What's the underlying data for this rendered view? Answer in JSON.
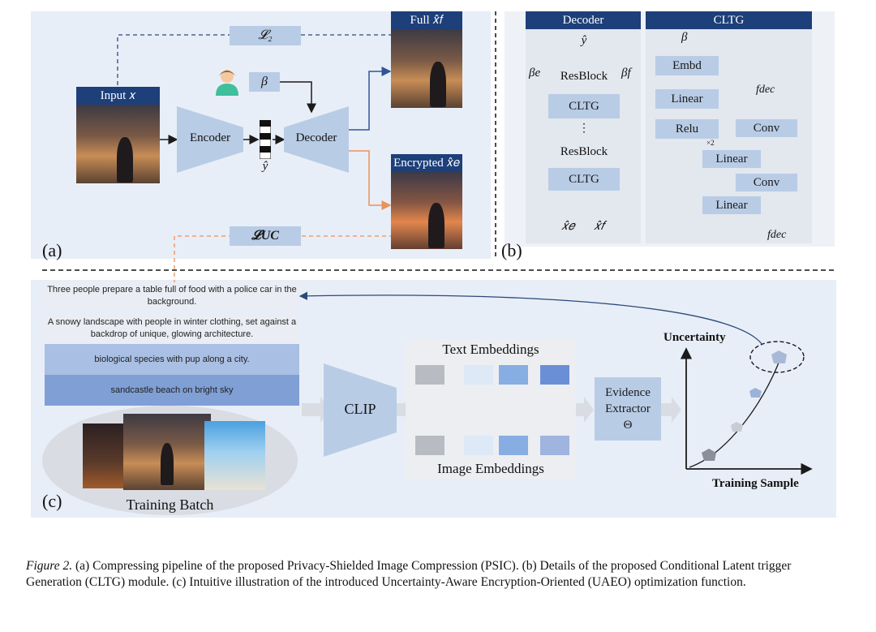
{
  "panel_a": {
    "letter": "(a)",
    "loss_l2": "𝓛₂",
    "loss_luc": "𝓛UC",
    "input_label": "Input 𝑥",
    "encoder": "Encoder",
    "decoder": "Decoder",
    "beta": "β",
    "latent": "ŷ",
    "full_label": "Full 𝑥̂𝑓",
    "encrypted_label": "Encrypted 𝑥̂𝑒"
  },
  "panel_b": {
    "letter": "(b)",
    "decoder_header": "Decoder",
    "cltg_header": "CLTG",
    "y_hat": "ŷ",
    "beta_e": "βe",
    "beta_f": "βf",
    "resblock_1": "ResBlock",
    "cltg_1": "CLTG",
    "dots": "⋮",
    "resblock_2": "ResBlock",
    "cltg_2": "CLTG",
    "out_xe": "𝑥̂𝑒",
    "out_xf": "𝑥̂𝑓",
    "beta_in": "β",
    "embd": "Embd",
    "linear_1": "Linear",
    "relu": "Relu",
    "x2": "×2",
    "linear_2": "Linear",
    "linear_3": "Linear",
    "conv_1": "Conv",
    "conv_2": "Conv",
    "f_dec_in": "fdec",
    "f_dec_out": "fdec"
  },
  "panel_c": {
    "letter": "(c)",
    "captions": [
      "Three people prepare a table full of food with a police car in the background.",
      "A snowy landscape with people in winter clothing, set against a backdrop of unique, glowing architecture.",
      "biological species with pup along a city.",
      "sandcastle beach on bright sky"
    ],
    "clip": "CLIP",
    "text_embeddings": "Text Embeddings",
    "image_embeddings": "Image Embeddings",
    "evidence_line1": "Evidence",
    "evidence_line2": "Extractor",
    "evidence_line3": "Θ",
    "uncertainty": "Uncertainty",
    "training_sample": "Training Sample",
    "training_batch": "Training Batch"
  },
  "figure_caption": {
    "prefix": "Figure 2.",
    "text": " (a) Compressing pipeline of the proposed Privacy-Shielded Image Compression (PSIC). (b) Details of the proposed Conditional Latent trigger Generation (CLTG) module. (c) Intuitive illustration of the introduced Uncertainty-Aware Encryption-Oriented (UAEO) optimization function."
  },
  "colors": {
    "header_navy": "#1d3f7a",
    "box_blue": "#b9cce6",
    "panel_bg": "#e8eef7",
    "orange_arrow": "#e9925a",
    "arrow_blue": "#2f5597"
  }
}
